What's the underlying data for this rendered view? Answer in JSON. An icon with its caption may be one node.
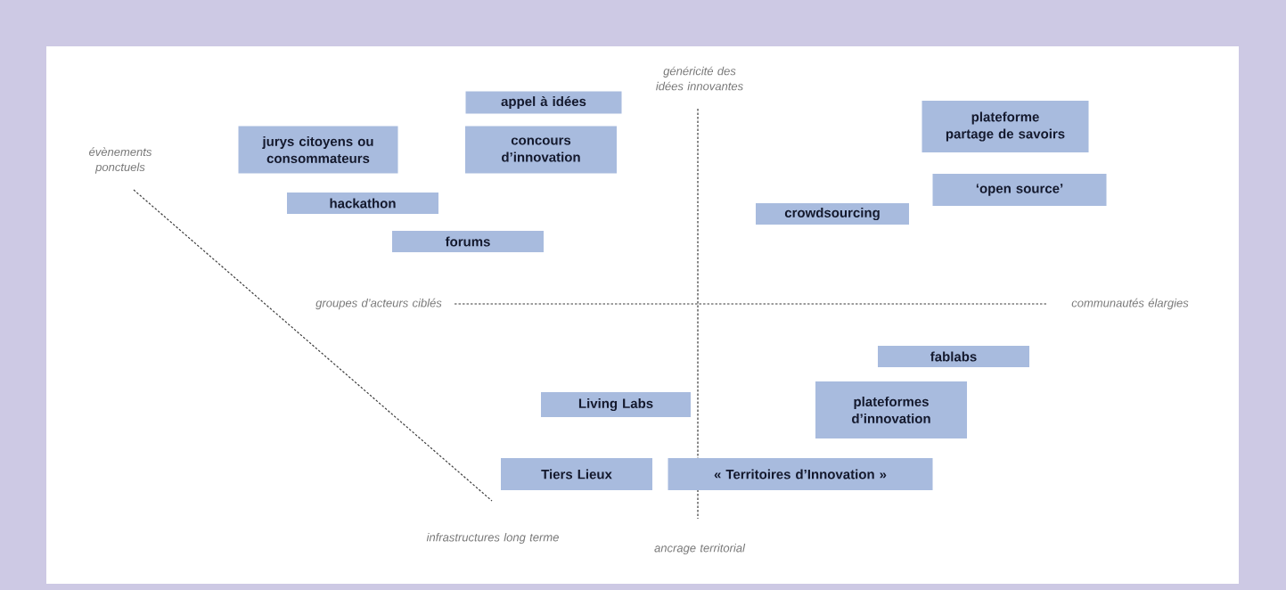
{
  "diagram": {
    "nodes": [
      {
        "text": [
          "appel à idées"
        ]
      },
      {
        "text": [
          "jurys citoyens ou consommateurs"
        ]
      },
      {
        "text": [
          "concours d’innovation"
        ]
      },
      {
        "text": [
          "hackathon"
        ]
      },
      {
        "text": [
          "forums"
        ]
      },
      {
        "text": [
          "plateforme partage de savoirs"
        ]
      },
      {
        "text": [
          "‘open source’"
        ]
      },
      {
        "text": [
          "crowdsourcing"
        ]
      },
      {
        "text": [
          "fablabs"
        ]
      },
      {
        "text": [
          "Living Labs"
        ]
      },
      {
        "text": [
          "plateformes d’innovation"
        ]
      },
      {
        "text": [
          "Tiers Lieux"
        ]
      },
      {
        "text": [
          "« Territoires d’Innovation »"
        ]
      }
    ],
    "labels": [
      "généricité des idées innovantes",
      "évènements ponctuels",
      "groupes d’acteurs ciblés",
      "communautés élargies",
      "infrastructures long terme",
      "ancrage territorial"
    ]
  }
}
